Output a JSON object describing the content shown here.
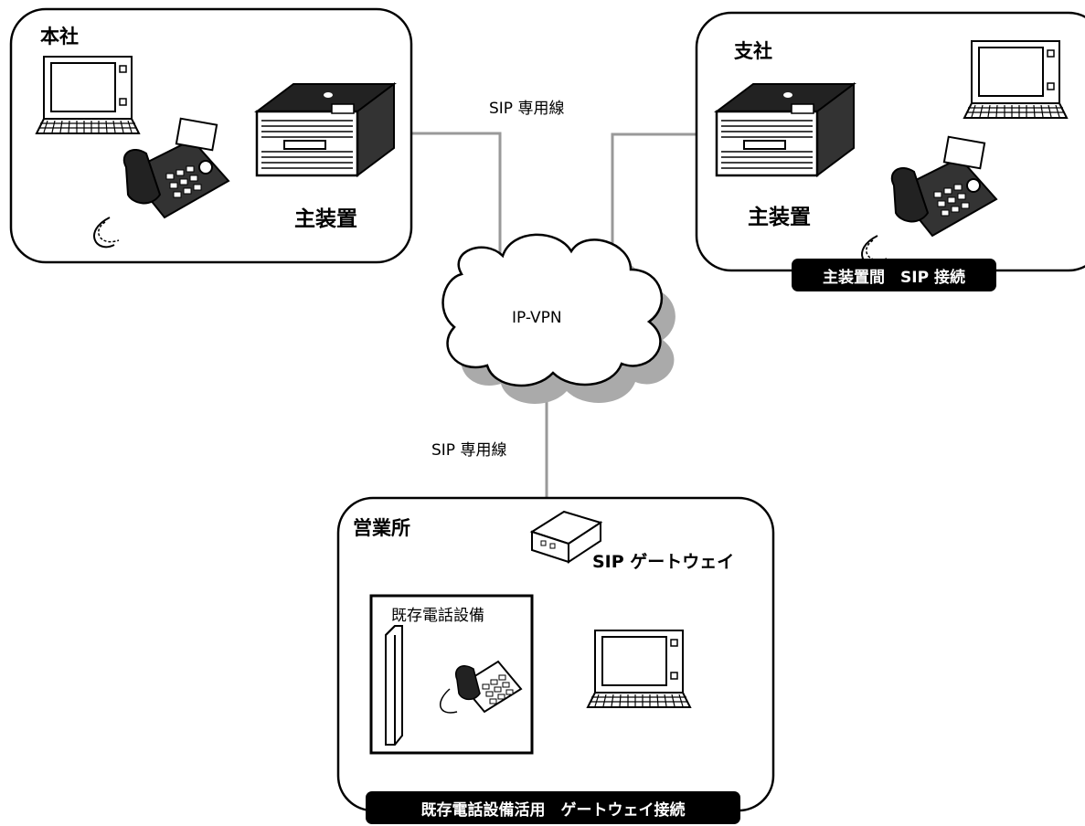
{
  "sites": {
    "honsha": {
      "label": "本社",
      "device_label": "主装置"
    },
    "shisha": {
      "label": "支社",
      "device_label": "主装置",
      "banner": "主装置間　SIP 接続"
    },
    "eigyosho": {
      "label": "営業所",
      "gateway_label": "SIP ゲートウェイ",
      "legacy_label": "既存電話設備",
      "banner": "既存電話設備活用　ゲートウェイ接続"
    }
  },
  "network": {
    "cloud_label": "IP-VPN",
    "link_top_label": "SIP 専用線",
    "link_bottom_label": "SIP 専用線"
  },
  "colors": {
    "line": "#999999",
    "cloud_shadow": "#aaaaaa",
    "banner_bg": "#000000"
  }
}
